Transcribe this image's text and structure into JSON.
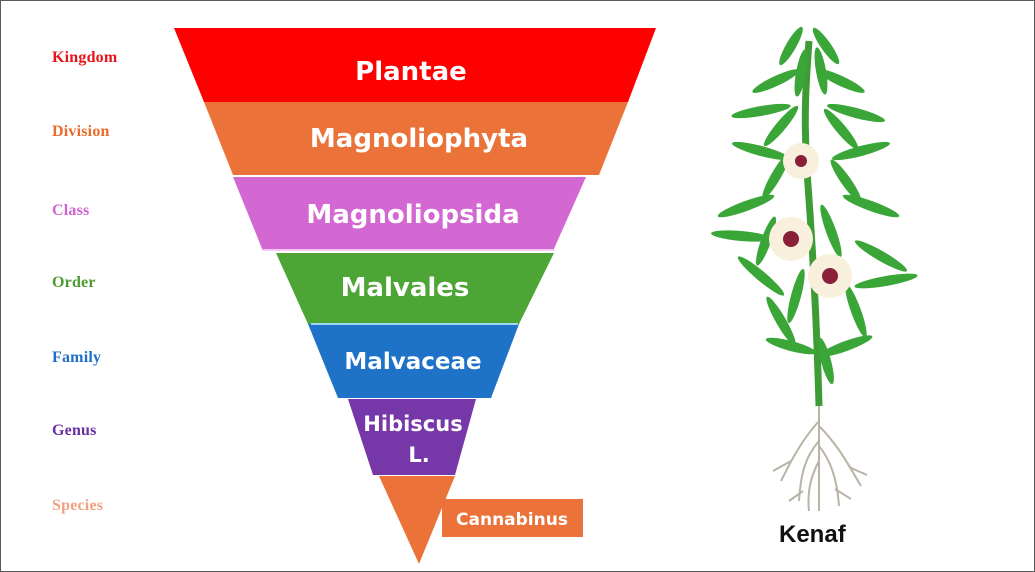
{
  "ranks": [
    {
      "label": "Kingdom",
      "color": "#e8141b"
    },
    {
      "label": "Division",
      "color": "#ea6b2c"
    },
    {
      "label": "Class",
      "color": "#cf63cf"
    },
    {
      "label": "Order",
      "color": "#4e9a2f"
    },
    {
      "label": "Family",
      "color": "#1f6fc6"
    },
    {
      "label": "Genus",
      "color": "#6a2fa3"
    },
    {
      "label": "Species",
      "color": "#f3a07e"
    }
  ],
  "levels": [
    {
      "name": "Plantae",
      "color": "#fe0000"
    },
    {
      "name": "Magnoliophyta",
      "color": "#eb7339"
    },
    {
      "name": "Magnoliopsida",
      "color": "#d468d2"
    },
    {
      "name": "Malvales",
      "color": "#4da536"
    },
    {
      "name": "Malvaceae",
      "color": "#1e72c8"
    },
    {
      "name": "Hibiscus",
      "name_line2": "L.",
      "color": "#7637a8"
    },
    {
      "name": "Cannabinus",
      "color": "#eb7339"
    }
  ],
  "plant": {
    "label": "Kenaf",
    "stem_color": "#3d9c34",
    "leaf_color": "#3aa638",
    "flower_color": "#f8efdc",
    "flower_center": "#8a1f3a",
    "root_color": "#b9b4a6"
  }
}
